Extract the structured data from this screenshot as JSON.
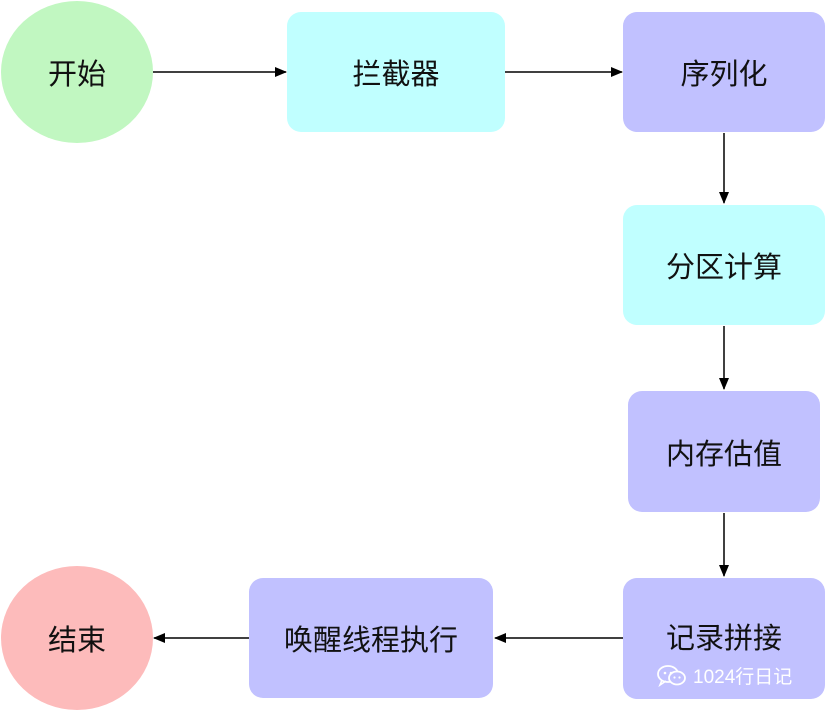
{
  "colors": {
    "start_fill": "#c1f7c1",
    "end_fill": "#fdbbbb",
    "cyan_fill": "#c0ffff",
    "purple_fill": "#c1c1ff",
    "arrow": "#000000"
  },
  "nodes": {
    "start": "开始",
    "interceptor": "拦截器",
    "serialize": "序列化",
    "partition": "分区计算",
    "memory": "内存估值",
    "concat": "记录拼接",
    "wake": "唤醒线程执行",
    "end": "结束"
  },
  "watermark": {
    "icon": "wechat-icon",
    "text": "1024行日记"
  }
}
